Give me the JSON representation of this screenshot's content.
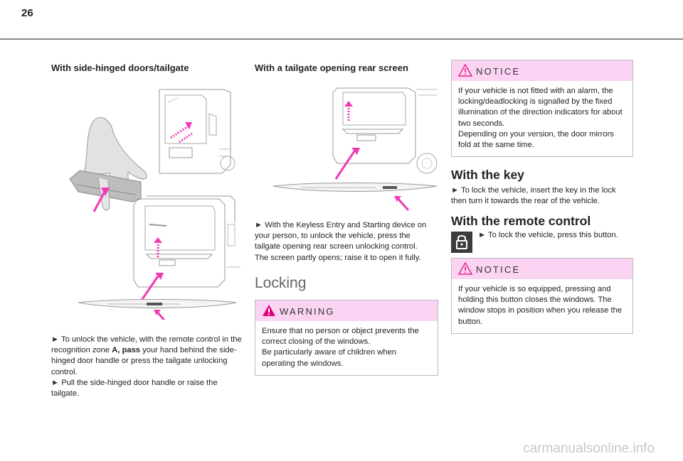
{
  "page": {
    "number": "26"
  },
  "col1": {
    "heading": "With side-hinged doors/tailgate",
    "step1_pre": "To unlock the vehicle, with the remote control in the recognition zone ",
    "step1_bold": "A, pass",
    "step1_post": " your hand behind the side-hinged door handle or press the tailgate unlocking control.",
    "step2": "Pull the side-hinged door handle or raise the tailgate."
  },
  "col2": {
    "heading": "With a tailgate opening rear screen",
    "step1": "With the Keyless Entry and Starting device on your person, to unlock the vehicle, press the tailgate opening rear screen unlocking control.",
    "step1b": "The screen partly opens; raise it to open it fully.",
    "locking_title": "Locking",
    "warning_title": "WARNING",
    "warning_text1": "Ensure that no person or object prevents the correct closing of the windows.",
    "warning_text2": "Be particularly aware of children when operating the windows."
  },
  "col3": {
    "notice1_title": "NOTICE",
    "notice1_text1": "If your vehicle is not fitted with an alarm, the locking/deadlocking is signalled by the fixed illumination of the direction indicators for about two seconds.",
    "notice1_text2": "Depending on your version, the door mirrors fold at the same time.",
    "key_heading": "With the key",
    "key_text": "To lock the vehicle, insert the key in the lock then turn it towards the rear of the vehicle.",
    "remote_heading": "With the remote control",
    "remote_text": "To lock the vehicle, press this button.",
    "notice2_title": "NOTICE",
    "notice2_text": "If your vehicle is so equipped, pressing and holding this button closes the windows. The window stops in position when you release the button."
  },
  "bullet": "►",
  "watermark": "carmanualsonline.info",
  "colors": {
    "notice_bg": "#fbd4f3",
    "arrow": "#f23ab5",
    "rule": "#888888"
  }
}
